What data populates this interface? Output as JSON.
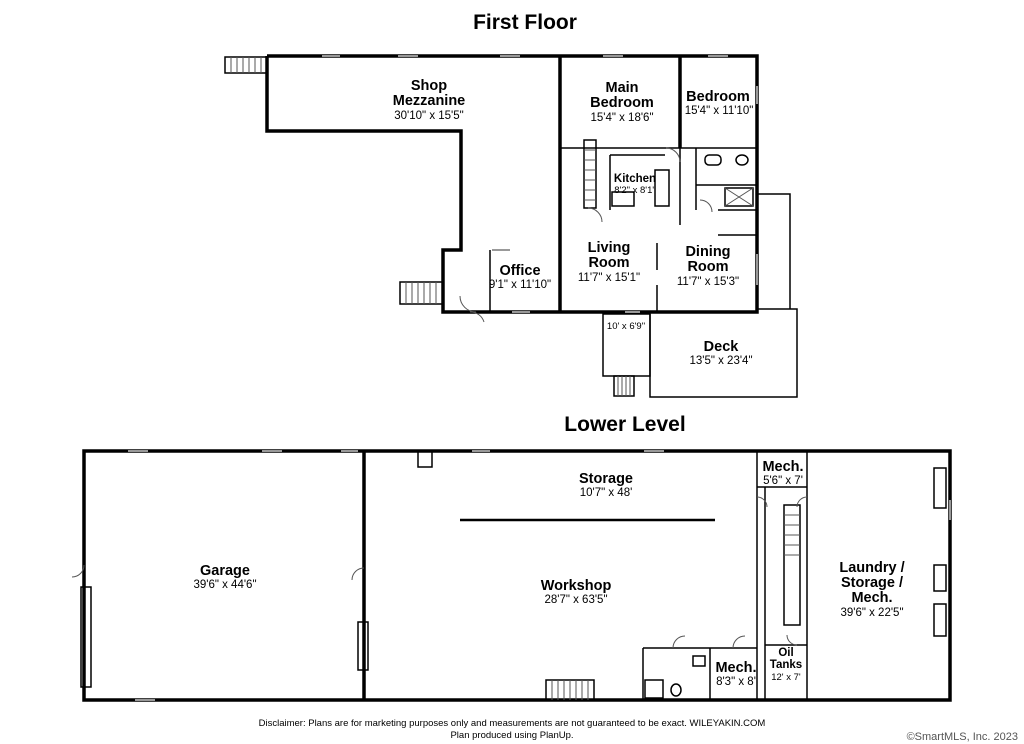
{
  "first_floor": {
    "title": "First Floor",
    "rooms": [
      {
        "id": "shop-mezzanine",
        "name_line1": "Shop",
        "name_line2": "Mezzanine",
        "dims": "30'10\" x 15'5\""
      },
      {
        "id": "main-bedroom",
        "name_line1": "Main",
        "name_line2": "Bedroom",
        "dims": "15'4\" x 18'6\""
      },
      {
        "id": "bedroom",
        "name_line1": "Bedroom",
        "name_line2": "",
        "dims": "15'4\" x 11'10\""
      },
      {
        "id": "kitchen",
        "name_line1": "Kitchen",
        "name_line2": "",
        "dims": "8'2\" x 8'1\""
      },
      {
        "id": "living-room",
        "name_line1": "Living",
        "name_line2": "Room",
        "dims": "11'7\" x 15'1\""
      },
      {
        "id": "dining-room",
        "name_line1": "Dining",
        "name_line2": "Room",
        "dims": "11'7\" x 15'3\""
      },
      {
        "id": "office",
        "name_line1": "Office",
        "name_line2": "",
        "dims": "9'1\" x 11'10\""
      },
      {
        "id": "porch",
        "name_line1": "",
        "name_line2": "",
        "dims": "10' x 6'9\""
      },
      {
        "id": "deck",
        "name_line1": "Deck",
        "name_line2": "",
        "dims": "13'5\" x 23'4\""
      }
    ]
  },
  "lower_level": {
    "title": "Lower Level",
    "rooms": [
      {
        "id": "garage",
        "name_line1": "Garage",
        "name_line2": "",
        "name_line3": "",
        "dims": "39'6\" x 44'6\""
      },
      {
        "id": "storage",
        "name_line1": "Storage",
        "name_line2": "",
        "name_line3": "",
        "dims": "10'7\" x 48'"
      },
      {
        "id": "workshop",
        "name_line1": "Workshop",
        "name_line2": "",
        "name_line3": "",
        "dims": "28'7\" x 63'5\""
      },
      {
        "id": "mech-top",
        "name_line1": "Mech.",
        "name_line2": "",
        "name_line3": "",
        "dims": "5'6\" x 7'"
      },
      {
        "id": "laundry",
        "name_line1": "Laundry /",
        "name_line2": "Storage /",
        "name_line3": "Mech.",
        "dims": "39'6\" x 22'5\""
      },
      {
        "id": "mech-bottom",
        "name_line1": "Mech.",
        "name_line2": "",
        "name_line3": "",
        "dims": "8'3\" x 8'"
      },
      {
        "id": "oil-tanks",
        "name_line1": "Oil",
        "name_line2": "Tanks",
        "name_line3": "",
        "dims": "12' x 7'"
      }
    ]
  },
  "footer": {
    "disclaimer_line1": "Disclaimer: Plans are for marketing purposes only and measurements are not guaranteed to be exact. WILEYAKIN.COM",
    "disclaimer_line2": "Plan produced using PlanUp.",
    "copyright": "©SmartMLS, Inc.  2023"
  }
}
